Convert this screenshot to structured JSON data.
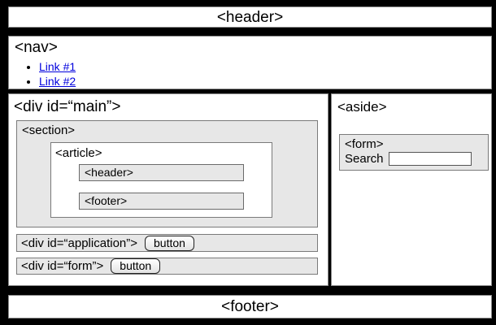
{
  "colors": {
    "background": "#000000",
    "box_fill": "#ffffff",
    "panel_fill": "#e7e7e7",
    "link": "#0000dd"
  },
  "header": {
    "label": "<header>"
  },
  "nav": {
    "label": "<nav>",
    "links": [
      {
        "label": "Link #1"
      },
      {
        "label": "Link #2"
      }
    ]
  },
  "main": {
    "label": "<div id=“main”>",
    "section": {
      "label": "<section>",
      "article": {
        "label": "<article>",
        "header_label": "<header>",
        "footer_label": "<footer>"
      }
    },
    "application": {
      "label": "<div id=“application”>",
      "button_label": "button"
    },
    "form": {
      "label": "<div id=“form”>",
      "button_label": "button"
    }
  },
  "aside": {
    "label": "<aside>",
    "form": {
      "label": "<form>",
      "search_label": "Search",
      "search_value": ""
    }
  },
  "footer": {
    "label": "<footer>"
  }
}
